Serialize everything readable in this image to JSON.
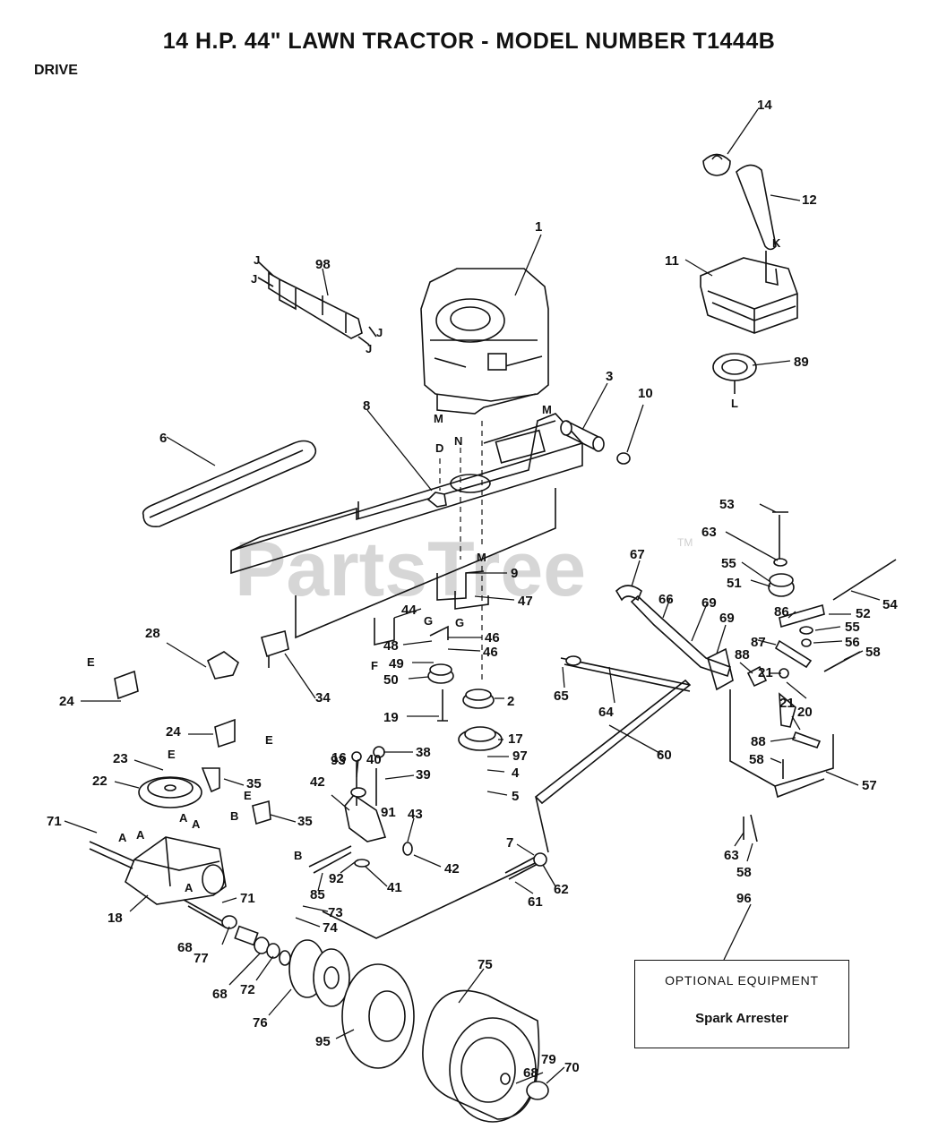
{
  "header": {
    "title": "14 H.P. 44\" LAWN TRACTOR - MODEL NUMBER T1444B",
    "section": "DRIVE"
  },
  "watermark": {
    "text": "PartsTree",
    "tm": "TM"
  },
  "optional_box": {
    "title": "OPTIONAL EQUIPMENT",
    "item": "Spark Arrester"
  },
  "callouts": [
    "1",
    "2",
    "3",
    "4",
    "5",
    "6",
    "7",
    "8",
    "9",
    "10",
    "11",
    "12",
    "14",
    "16",
    "17",
    "18",
    "19",
    "20",
    "21",
    "21",
    "22",
    "23",
    "24",
    "24",
    "28",
    "34",
    "35",
    "35",
    "38",
    "39",
    "40",
    "41",
    "42",
    "42",
    "43",
    "44",
    "46",
    "46",
    "47",
    "48",
    "49",
    "50",
    "51",
    "52",
    "53",
    "54",
    "55",
    "55",
    "56",
    "57",
    "58",
    "58",
    "58",
    "60",
    "61",
    "62",
    "63",
    "63",
    "64",
    "65",
    "66",
    "67",
    "68",
    "68",
    "68",
    "69",
    "69",
    "70",
    "71",
    "71",
    "72",
    "73",
    "74",
    "75",
    "76",
    "77",
    "79",
    "85",
    "86",
    "87",
    "88",
    "88",
    "89",
    "91",
    "92",
    "93",
    "95",
    "96",
    "97",
    "98"
  ],
  "ref_letters": [
    "A",
    "A",
    "A",
    "A",
    "A",
    "B",
    "B",
    "D",
    "E",
    "E",
    "E",
    "E",
    "F",
    "G",
    "G",
    "J",
    "J",
    "J",
    "J",
    "K",
    "L",
    "M",
    "M",
    "M",
    "N"
  ]
}
